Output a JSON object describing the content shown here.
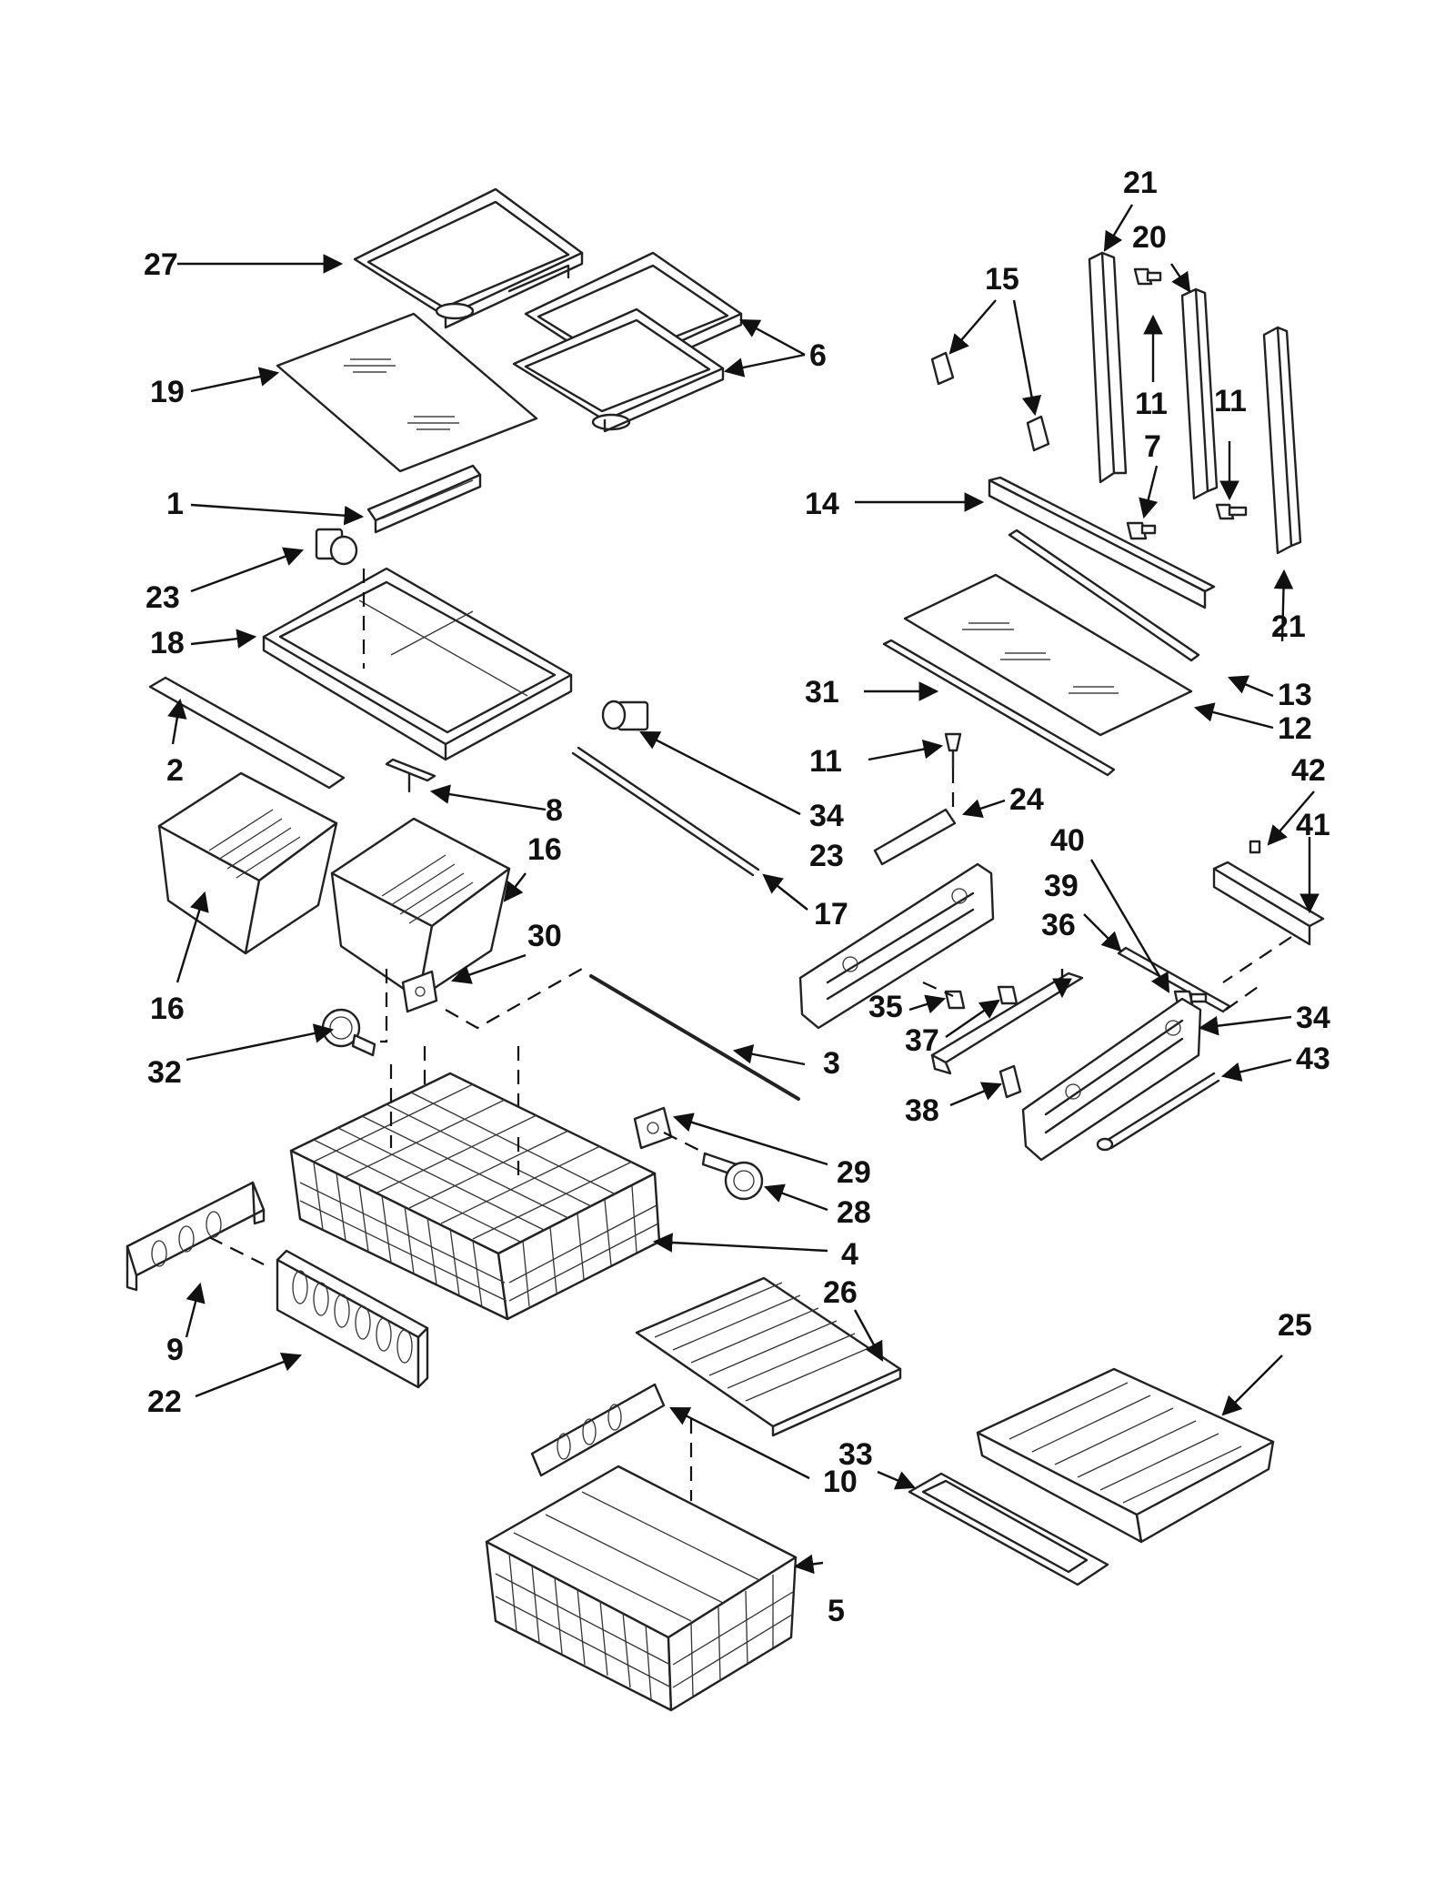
{
  "diagram": {
    "type": "exploded-parts-diagram",
    "callouts": {
      "c1": "1",
      "c2": "2",
      "c3": "3",
      "c4": "4",
      "c5": "5",
      "c6": "6",
      "c7": "7",
      "c8": "8",
      "c9": "9",
      "c10": "10",
      "c11a": "11",
      "c11b": "11",
      "c11c": "11",
      "c12": "12",
      "c13": "13",
      "c14": "14",
      "c15": "15",
      "c16a": "16",
      "c16b": "16",
      "c17": "17",
      "c18": "18",
      "c19": "19",
      "c20": "20",
      "c21a": "21",
      "c21b": "21",
      "c22": "22",
      "c23a": "23",
      "c23b": "23",
      "c24": "24",
      "c25": "25",
      "c26": "26",
      "c27": "27",
      "c28": "28",
      "c29": "29",
      "c30": "30",
      "c31": "31",
      "c32": "32",
      "c33": "33",
      "c34a": "34",
      "c34b": "34",
      "c35": "35",
      "c36": "36",
      "c37": "37",
      "c38": "38",
      "c39": "39",
      "c40": "40",
      "c41": "41",
      "c42": "42",
      "c43": "43"
    }
  }
}
